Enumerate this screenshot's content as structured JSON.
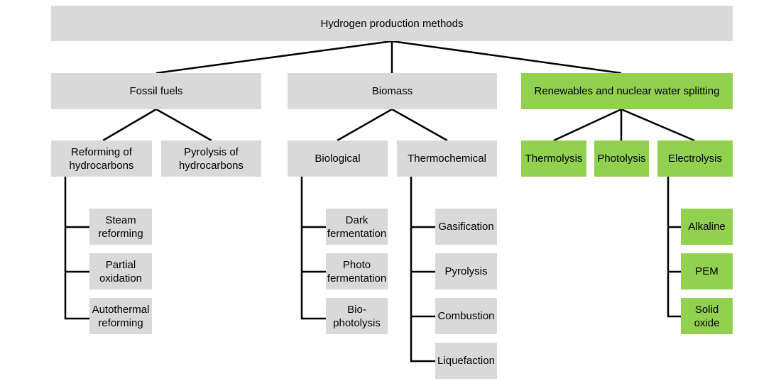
{
  "root": {
    "label": "Hydrogen production methods"
  },
  "categories": {
    "fossil": {
      "label": "Fossil fuels",
      "reforming": {
        "label": "Reforming of\nhydrocarbons",
        "items": [
          "Steam\nreforming",
          "Partial\noxidation",
          "Autothermal\nreforming"
        ]
      },
      "pyrolysis": {
        "label": "Pyrolysis of\nhydrocarbons"
      }
    },
    "biomass": {
      "label": "Biomass",
      "biological": {
        "label": "Biological",
        "items": [
          "Dark\nfermentation",
          "Photo\nfermentation",
          "Bio-\nphotolysis"
        ]
      },
      "thermochemical": {
        "label": "Thermochemical",
        "items": [
          "Gasification",
          "Pyrolysis",
          "Combustion",
          "Liquefaction"
        ]
      }
    },
    "renewables": {
      "label": "Renewables and nuclear water splitting",
      "thermolysis": {
        "label": "Thermolysis"
      },
      "photolysis": {
        "label": "Photolysis"
      },
      "electrolysis": {
        "label": "Electrolysis",
        "items": [
          "Alkaline",
          "PEM",
          "Solid\noxide"
        ]
      }
    }
  },
  "colors": {
    "node_gray": "#d9d9d9",
    "node_green": "#92d050",
    "connector": "#000000"
  }
}
